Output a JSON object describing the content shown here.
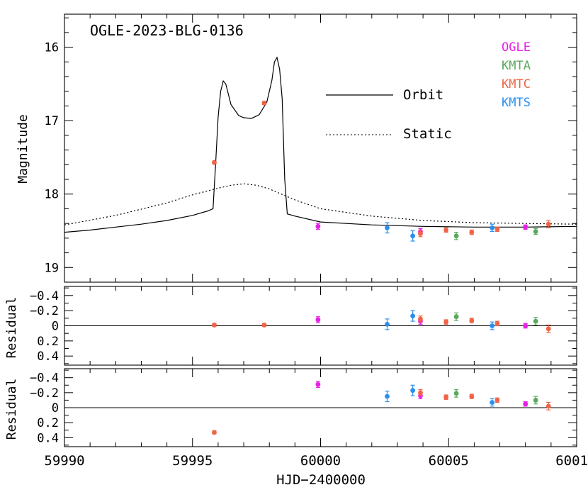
{
  "chart_data": {
    "type": "scatter",
    "title": "OGLE-2023-BLG-0136",
    "xlabel": "HJD−2400000",
    "xlim": [
      59990,
      60010
    ],
    "x_ticks": [
      "59990",
      "59995",
      "60000",
      "60005",
      "6001"
    ],
    "legend_placement": "top-right",
    "colors": {
      "OGLE": "#e620e6",
      "KMTA": "#5aa95a",
      "KMTC": "#ef6446",
      "KMTS": "#2b8ff0"
    },
    "panels": [
      {
        "name": "lightcurve",
        "ylabel": "Magnitude",
        "ylim": [
          19.2,
          15.55
        ],
        "inverted": true,
        "y_ticks": [
          "16",
          "17",
          "18",
          "19"
        ],
        "models": [
          {
            "name": "Orbit",
            "style": "solid",
            "x": [
              59990.0,
              59991.0,
              59992.0,
              59993.0,
              59994.0,
              59995.0,
              59995.6,
              59995.8,
              59995.9,
              59996.0,
              59996.1,
              59996.2,
              59996.3,
              59996.5,
              59996.8,
              59997.0,
              59997.3,
              59997.6,
              59997.9,
              59998.1,
              59998.2,
              59998.3,
              59998.4,
              59998.5,
              59998.6,
              59998.7,
              59999.0,
              60000.0,
              60002.0,
              60004.0,
              60006.0,
              60008.0,
              60010.0
            ],
            "y": [
              18.52,
              18.49,
              18.45,
              18.41,
              18.36,
              18.29,
              18.23,
              18.2,
              17.6,
              16.95,
              16.6,
              16.46,
              16.5,
              16.78,
              16.93,
              16.96,
              16.97,
              16.92,
              16.75,
              16.45,
              16.2,
              16.14,
              16.3,
              16.7,
              17.8,
              18.27,
              18.3,
              18.38,
              18.42,
              18.44,
              18.45,
              18.45,
              18.44
            ]
          },
          {
            "name": "Static",
            "style": "dotted",
            "x": [
              59990.0,
              59992.0,
              59994.0,
              59995.0,
              59996.0,
              59996.5,
              59997.0,
              59997.5,
              59998.0,
              59999.0,
              60000.0,
              60002.0,
              60004.0,
              60006.0,
              60008.0,
              60010.0
            ],
            "y": [
              18.42,
              18.29,
              18.12,
              18.01,
              17.92,
              17.88,
              17.86,
              17.88,
              17.93,
              18.08,
              18.2,
              18.3,
              18.36,
              18.39,
              18.4,
              18.41
            ]
          }
        ],
        "series": [
          {
            "name": "OGLE",
            "x": [
              59999.9,
              60003.9,
              60008.0
            ],
            "y": [
              18.44,
              18.51,
              18.45
            ],
            "err": [
              0.04,
              0.04,
              0.03
            ]
          },
          {
            "name": "KMTA",
            "x": [
              60005.3,
              60008.4
            ],
            "y": [
              18.57,
              18.51
            ],
            "err": [
              0.05,
              0.04
            ]
          },
          {
            "name": "KMTC",
            "x": [
              59995.85,
              59997.8,
              60003.9,
              60004.9,
              60005.9,
              60006.9,
              60008.9
            ],
            "y": [
              17.57,
              16.76,
              18.54,
              18.49,
              18.52,
              18.48,
              18.41
            ],
            "err": [
              0.02,
              0.02,
              0.04,
              0.03,
              0.03,
              0.03,
              0.05
            ]
          },
          {
            "name": "KMTS",
            "x": [
              60002.6,
              60003.6,
              60006.7
            ],
            "y": [
              18.46,
              18.57,
              18.46
            ],
            "err": [
              0.07,
              0.07,
              0.05
            ]
          }
        ]
      },
      {
        "name": "residual-orbit",
        "ylabel": "Residual",
        "ylim": [
          0.52,
          -0.52
        ],
        "inverted": true,
        "y_ticks": [
          "0.4",
          "0.2",
          "0",
          "−0.2",
          "−0.4"
        ],
        "series": [
          {
            "name": "OGLE",
            "x": [
              59999.9,
              60003.9,
              60008.0
            ],
            "y": [
              -0.08,
              -0.06,
              0.0
            ],
            "err": [
              0.04,
              0.04,
              0.03
            ]
          },
          {
            "name": "KMTA",
            "x": [
              60005.3,
              60008.4
            ],
            "y": [
              -0.12,
              -0.06
            ],
            "err": [
              0.05,
              0.05
            ]
          },
          {
            "name": "KMTC",
            "x": [
              59995.85,
              59997.8,
              60003.9,
              60004.9,
              60005.9,
              60006.9,
              60008.9
            ],
            "y": [
              -0.01,
              -0.01,
              -0.09,
              -0.05,
              -0.07,
              -0.03,
              0.04
            ],
            "err": [
              0.02,
              0.02,
              0.04,
              0.03,
              0.03,
              0.03,
              0.05
            ]
          },
          {
            "name": "KMTS",
            "x": [
              60002.6,
              60003.6,
              60006.7
            ],
            "y": [
              -0.02,
              -0.13,
              0.0
            ],
            "err": [
              0.07,
              0.07,
              0.05
            ]
          }
        ]
      },
      {
        "name": "residual-static",
        "ylabel": "Residual",
        "ylim": [
          0.52,
          -0.52
        ],
        "inverted": true,
        "y_ticks": [
          "0.4",
          "0.2",
          "0",
          "−0.2",
          "−0.4"
        ],
        "series": [
          {
            "name": "OGLE",
            "x": [
              59999.9,
              60003.9,
              60008.0
            ],
            "y": [
              -0.31,
              -0.16,
              -0.05
            ],
            "err": [
              0.04,
              0.04,
              0.03
            ]
          },
          {
            "name": "KMTA",
            "x": [
              60005.3,
              60008.4
            ],
            "y": [
              -0.19,
              -0.1
            ],
            "err": [
              0.05,
              0.05
            ]
          },
          {
            "name": "KMTC",
            "x": [
              59995.85,
              60003.9,
              60004.9,
              60005.9,
              60006.9,
              60008.9
            ],
            "y": [
              0.33,
              -0.2,
              -0.14,
              -0.15,
              -0.1,
              -0.02
            ],
            "err": [
              0.02,
              0.04,
              0.03,
              0.03,
              0.03,
              0.05
            ]
          },
          {
            "name": "KMTS",
            "x": [
              60002.6,
              60003.6,
              60006.7
            ],
            "y": [
              -0.15,
              -0.23,
              -0.07
            ],
            "err": [
              0.07,
              0.07,
              0.05
            ]
          }
        ]
      }
    ]
  }
}
